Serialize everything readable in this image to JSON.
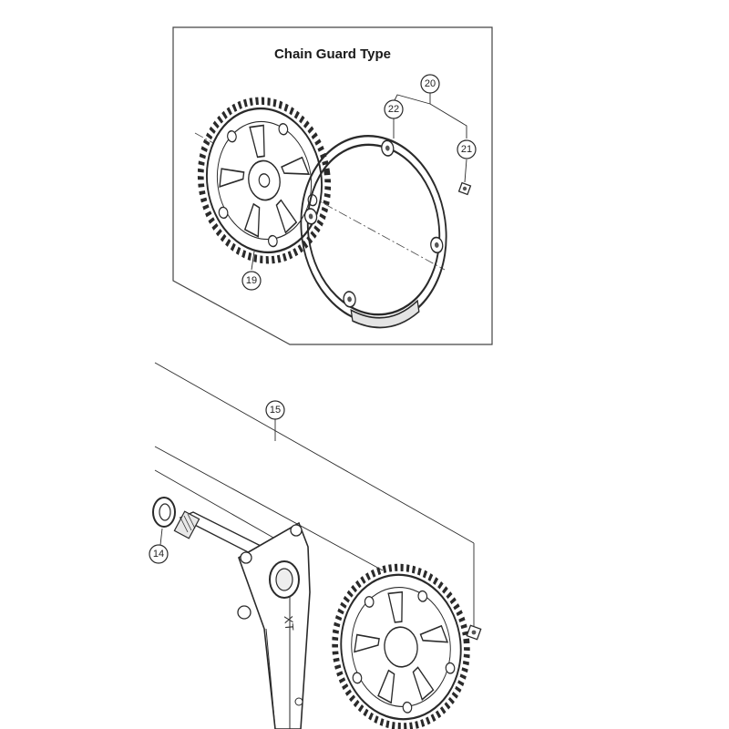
{
  "inset": {
    "title": "Chain Guard Type"
  },
  "callouts": {
    "c19": "19",
    "c20": "20",
    "c21": "21",
    "c22": "22",
    "c15": "15",
    "c14": "14"
  },
  "crank_arm": {
    "logo_text": "XT"
  },
  "colors": {
    "line": "#2a2a2a",
    "part_fill": "#ffffff",
    "part_shade": "#d8d8d8"
  }
}
